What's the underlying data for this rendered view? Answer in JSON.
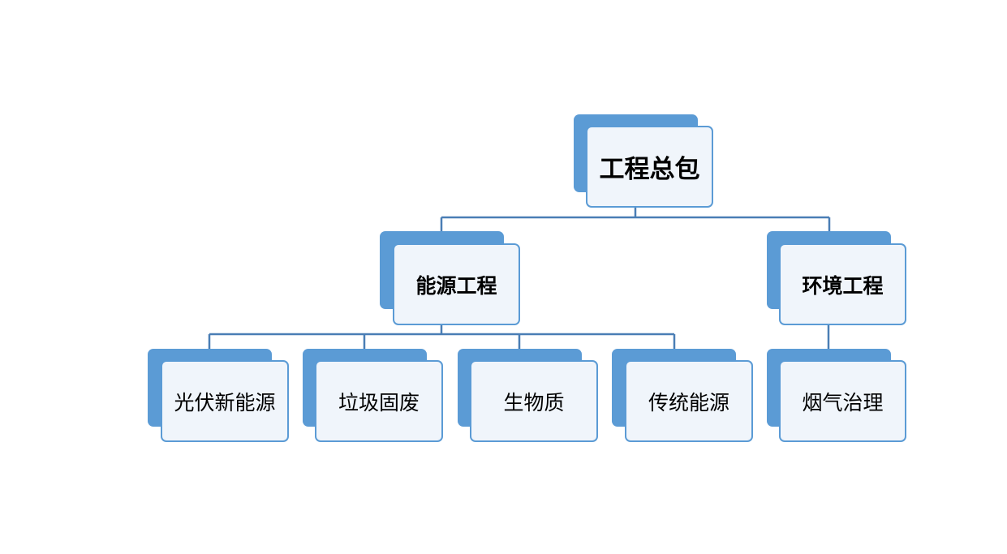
{
  "diagram": {
    "root": {
      "label": "工程总包"
    },
    "branches": [
      {
        "label": "能源工程",
        "children": [
          {
            "label": "光伏新能源"
          },
          {
            "label": "垃圾固废"
          },
          {
            "label": "生物质"
          },
          {
            "label": "传统能源"
          }
        ]
      },
      {
        "label": "环境工程",
        "children": [
          {
            "label": "烟气治理"
          }
        ]
      }
    ]
  },
  "colors": {
    "accent": "#5b9bd5",
    "card_fill": "#f0f5fb",
    "connector": "#4a7eb5",
    "text": "#000000"
  }
}
